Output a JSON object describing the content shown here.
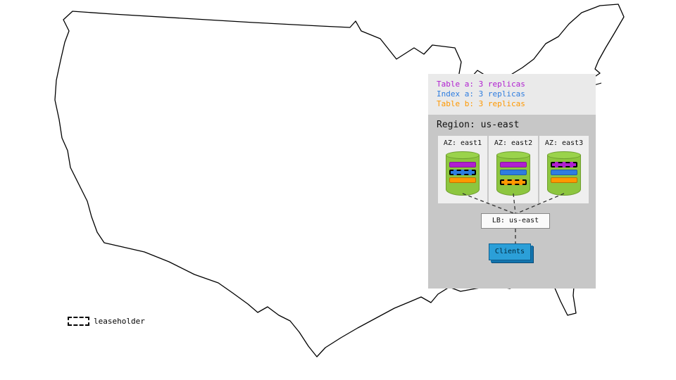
{
  "legend": {
    "items": [
      {
        "label": "Table a: 3 replicas"
      },
      {
        "label": "Index a: 3 replicas"
      },
      {
        "label": "Table b: 3 replicas"
      }
    ]
  },
  "colors": {
    "table_a": "#b01fd0",
    "index_a": "#2e7de0",
    "table_b": "#ff9800",
    "cylinder_body": "#8dc63f",
    "cylinder_top": "#9ad34b",
    "clients_fill": "#2b9fd8",
    "clients_shadow": "#1274ad"
  },
  "region": {
    "title": "Region: us-east",
    "azs": [
      {
        "label": "AZ: east1",
        "replicas": [
          {
            "name": "table-a",
            "leaseholder": false
          },
          {
            "name": "index-a",
            "leaseholder": true
          },
          {
            "name": "table-b",
            "leaseholder": false
          }
        ]
      },
      {
        "label": "AZ: east2",
        "replicas": [
          {
            "name": "table-a",
            "leaseholder": false
          },
          {
            "name": "index-a",
            "leaseholder": false
          },
          {
            "name": "table-b",
            "leaseholder": true
          }
        ]
      },
      {
        "label": "AZ: east3",
        "replicas": [
          {
            "name": "table-a",
            "leaseholder": true
          },
          {
            "name": "index-a",
            "leaseholder": false
          },
          {
            "name": "table-b",
            "leaseholder": false
          }
        ]
      }
    ],
    "load_balancer": {
      "label": "LB: us-east"
    },
    "clients": {
      "label": "Clients"
    }
  },
  "map_legend": {
    "label": "leaseholder"
  }
}
